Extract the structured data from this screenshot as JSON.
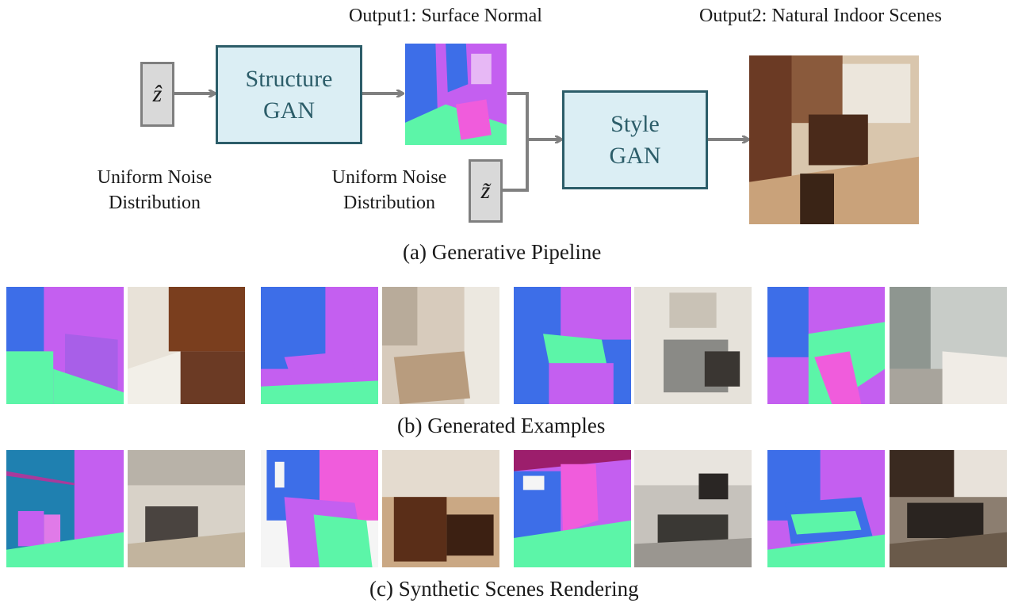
{
  "pipeline": {
    "output1_label": "Output1: Surface Normal",
    "output2_label": "Output2: Natural Indoor Scenes",
    "noise1_symbol": "ẑ",
    "noise2_symbol": "z̃",
    "noise1_label_line1": "Uniform Noise",
    "noise1_label_line2": "Distribution",
    "noise2_label_line1": "Uniform Noise",
    "noise2_label_line2": "Distribution",
    "structure_gan_line1": "Structure",
    "structure_gan_line2": "GAN",
    "style_gan_line1": "Style",
    "style_gan_line2": "GAN",
    "caption": "(a) Generative Pipeline"
  },
  "generated_examples": {
    "caption": "(b) Generated Examples"
  },
  "synthetic_rendering": {
    "caption": "(c) Synthetic Scenes Rendering"
  },
  "colors": {
    "gan_fill": "#dbeef4",
    "gan_border": "#2c5d69",
    "noise_fill": "#d9d9d9",
    "noise_border": "#7f7f7f",
    "arrow": "#808080",
    "normal_blue": "#3d6ee8",
    "normal_magenta": "#c45ff0",
    "normal_green": "#5cf5a8",
    "normal_pink": "#f05cdc",
    "photo_brown": "#6b3a24",
    "photo_beige": "#d9c6ad"
  }
}
